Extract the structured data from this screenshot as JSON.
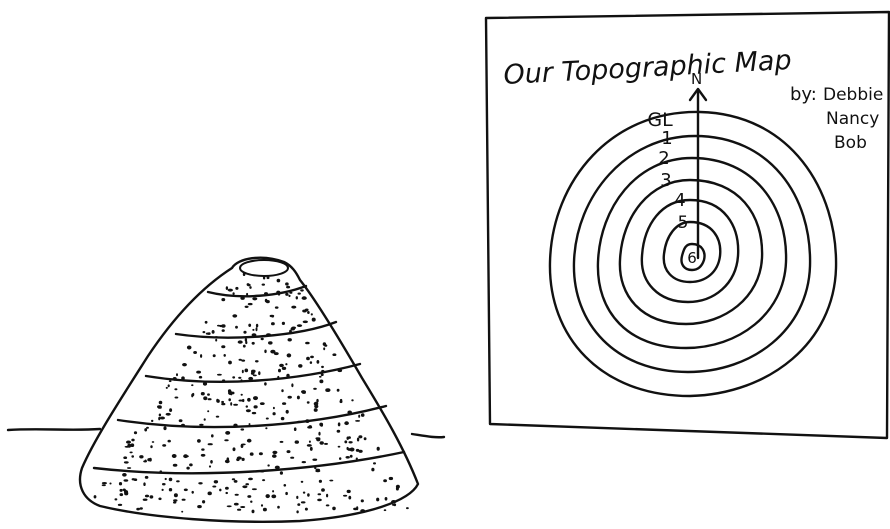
{
  "map": {
    "title": "Our Topographic Map",
    "north_label": "N",
    "authors_prefix": "by:",
    "authors": [
      "Debbie",
      "Nancy",
      "Bob"
    ],
    "contour_labels": [
      "GL",
      "1",
      "2",
      "3",
      "4",
      "5",
      "6"
    ]
  },
  "colors": {
    "ink": "#111111",
    "paper": "#ffffff"
  }
}
